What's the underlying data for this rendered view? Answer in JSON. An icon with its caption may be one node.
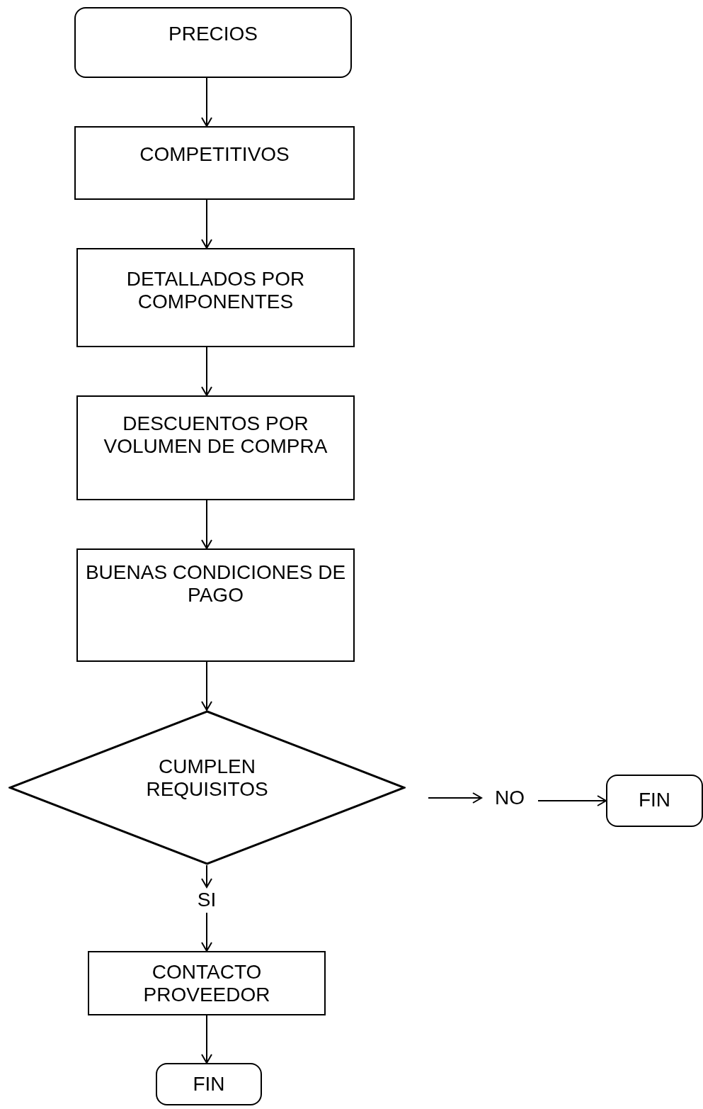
{
  "diagram": {
    "nodes": [
      {
        "text": [
          "PRECIOS"
        ]
      },
      {
        "text": [
          "COMPETITIVOS"
        ]
      },
      {
        "text": [
          "DETALLADOS POR COMPONENTES"
        ]
      },
      {
        "text": [
          "DESCUENTOS POR VOLUMEN DE COMPRA"
        ]
      },
      {
        "text": [
          "BUENAS CONDICIONES DE PAGO"
        ]
      },
      {
        "text": [
          "CUMPLEN REQUISITOS"
        ]
      },
      {
        "text": [
          "NO"
        ]
      },
      {
        "text": [
          "FIN"
        ]
      },
      {
        "text": [
          "SI"
        ]
      },
      {
        "text": [
          "CONTACTO PROVEEDOR"
        ]
      },
      {
        "text": [
          "FIN"
        ]
      }
    ],
    "edges": [
      {
        "from": 0,
        "to": 1,
        "arrow": "to"
      },
      {
        "from": 1,
        "to": 2,
        "arrow": "to"
      },
      {
        "from": 2,
        "to": 3,
        "arrow": "to"
      },
      {
        "from": 3,
        "to": 4,
        "arrow": "to"
      },
      {
        "from": 4,
        "to": 5,
        "arrow": "to"
      },
      {
        "from": 5,
        "to": 6,
        "arrow": "to"
      },
      {
        "from": 6,
        "to": 7,
        "arrow": "to"
      },
      {
        "from": 5,
        "to": 8,
        "arrow": "to"
      },
      {
        "from": 8,
        "to": 9,
        "arrow": "to"
      },
      {
        "from": 9,
        "to": 10,
        "arrow": "to"
      }
    ]
  }
}
